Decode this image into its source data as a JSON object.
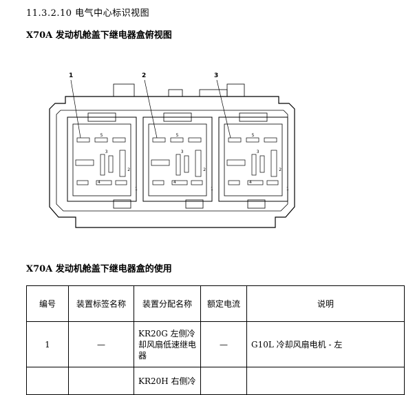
{
  "section_heading": "11.3.2.10 电气中心标识视图",
  "diagram_title": "X70A 发动机舱盖下继电器盒俯视图",
  "diagram": {
    "callouts": [
      "1",
      "2",
      "3"
    ],
    "relay_pins": [
      "5",
      "3",
      "2",
      "1",
      "4"
    ]
  },
  "table_title": "X70A 发动机舱盖下继电器盒的使用",
  "table": {
    "headers": [
      "编号",
      "装置标签名称",
      "装置分配名称",
      "额定电流",
      "说明"
    ],
    "rows": [
      [
        "1",
        "—",
        "KR20G 左侧冷却风扇低速继电器",
        "—",
        "G10L 冷却风扇电机 - 左"
      ],
      [
        "",
        "",
        "KR20H 右侧冷",
        "",
        ""
      ]
    ]
  }
}
